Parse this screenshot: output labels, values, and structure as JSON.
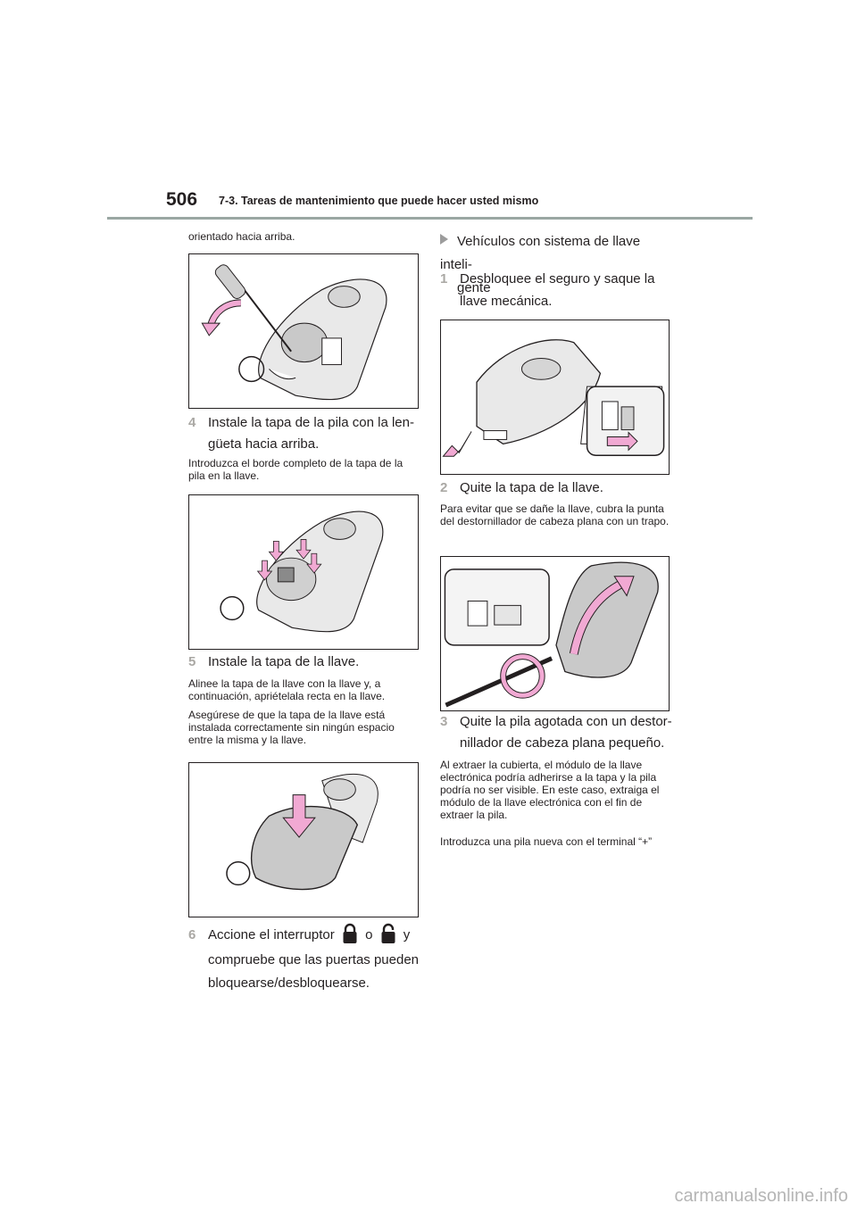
{
  "header": {
    "page_number": "506",
    "section_title": "7-3. Tareas de mantenimiento que puede hacer usted mismo"
  },
  "left": {
    "intro": "orientado hacia arriba.",
    "step4": {
      "num": "4",
      "line1": "Instale la tapa de la pila con la len-",
      "line2": "güeta hacia arriba."
    },
    "step4_note": "Introduzca el borde completo de la tapa de la pila en la llave.",
    "step5": {
      "num": "5",
      "line1": "Instale la tapa de la llave."
    },
    "step5_note1": "Alinee la tapa de la llave con la llave y, a continuación, apriételala recta en la llave.",
    "step5_note2": "Asegúrese de que la tapa de la llave está instalada correctamente sin ningún espacio entre la misma y la llave.",
    "step6": {
      "num": "6",
      "part1": "Accione el interruptor",
      "part2": "o",
      "part3": "y",
      "line2": "compruebe que las puertas pueden",
      "line3": "bloquearse/desbloquearse."
    }
  },
  "right": {
    "heading_line1": "Vehículos con sistema de llave inteli-",
    "heading_line2": "gente",
    "step1": {
      "num": "1",
      "line1": "Desbloquee el seguro y saque la",
      "line2": "llave mecánica."
    },
    "step2": {
      "num": "2",
      "line1": "Quite la tapa de la llave."
    },
    "step2_note": "Para evitar que se dañe la llave, cubra la punta del destornillador de cabeza plana con un trapo.",
    "step3": {
      "num": "3",
      "line1": "Quite la pila agotada con un destor-",
      "line2": "nillador de cabeza plana pequeño."
    },
    "step3_note1": "Al extraer la cubierta, el módulo de la llave electrónica podría adherirse a la tapa y la pila podría no ser visible. En este caso, extraiga el módulo de la llave electrónica con el fin de extraer la pila.",
    "step3_note2": "Introduzca una pila nueva con el terminal “+”"
  },
  "icons": {
    "lock": "lock-icon",
    "unlock": "unlock-icon"
  },
  "watermark": "carmanualsonline.info",
  "colors": {
    "arrow_pink": "#f1a9d3",
    "step_number_gray": "#aaa8a4",
    "rule_gray": "#9aa7a3",
    "key_gray": "#c9c9c9"
  }
}
